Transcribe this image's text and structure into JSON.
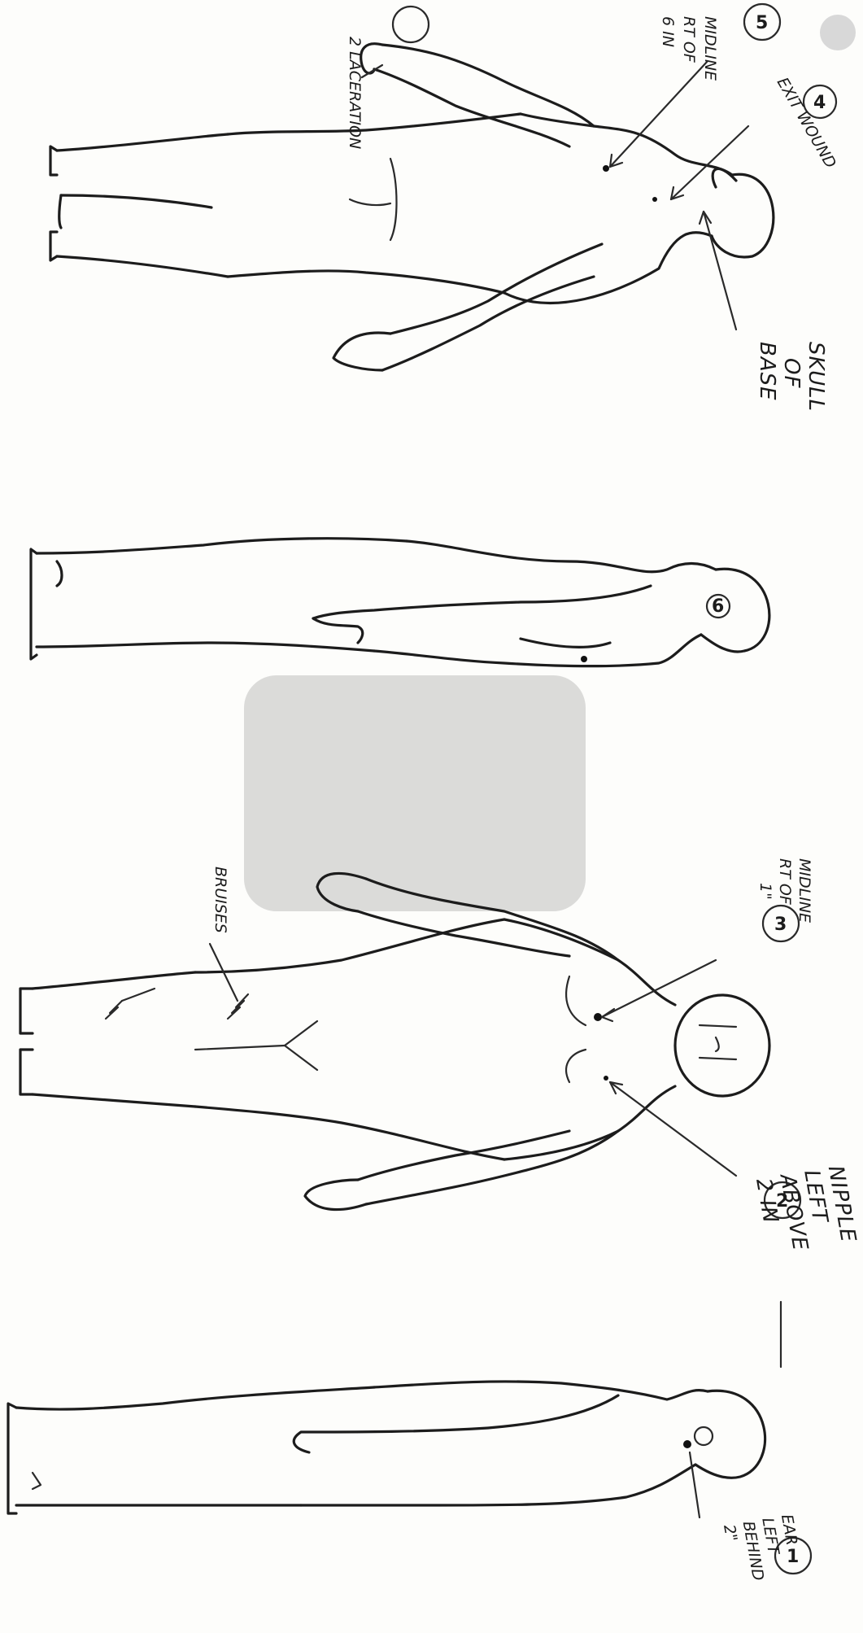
{
  "annotations": {
    "a1": {
      "marker": "1",
      "lines": [
        "2\"",
        "BEHIND",
        "LEFT",
        "EAR"
      ]
    },
    "a2": {
      "marker": "2",
      "lines": [
        "2 IN",
        "ABOVE",
        "LEFT",
        "NIPPLE"
      ]
    },
    "a3": {
      "marker": "3",
      "lines": [
        "1\"",
        "RT OF",
        "MIDLINE"
      ]
    },
    "a4": {
      "marker": "4",
      "lines": [
        "EXIT WOUND"
      ]
    },
    "a5": {
      "marker": "5",
      "lines": [
        "6 IN",
        "RT OF",
        "MIDLINE"
      ]
    },
    "a6": {
      "marker": "6",
      "lines": []
    },
    "base_of_skull": [
      "BASE",
      "OF",
      "SKULL"
    ],
    "bruises": "BRUISES",
    "laceration": "2 LACERATION"
  }
}
